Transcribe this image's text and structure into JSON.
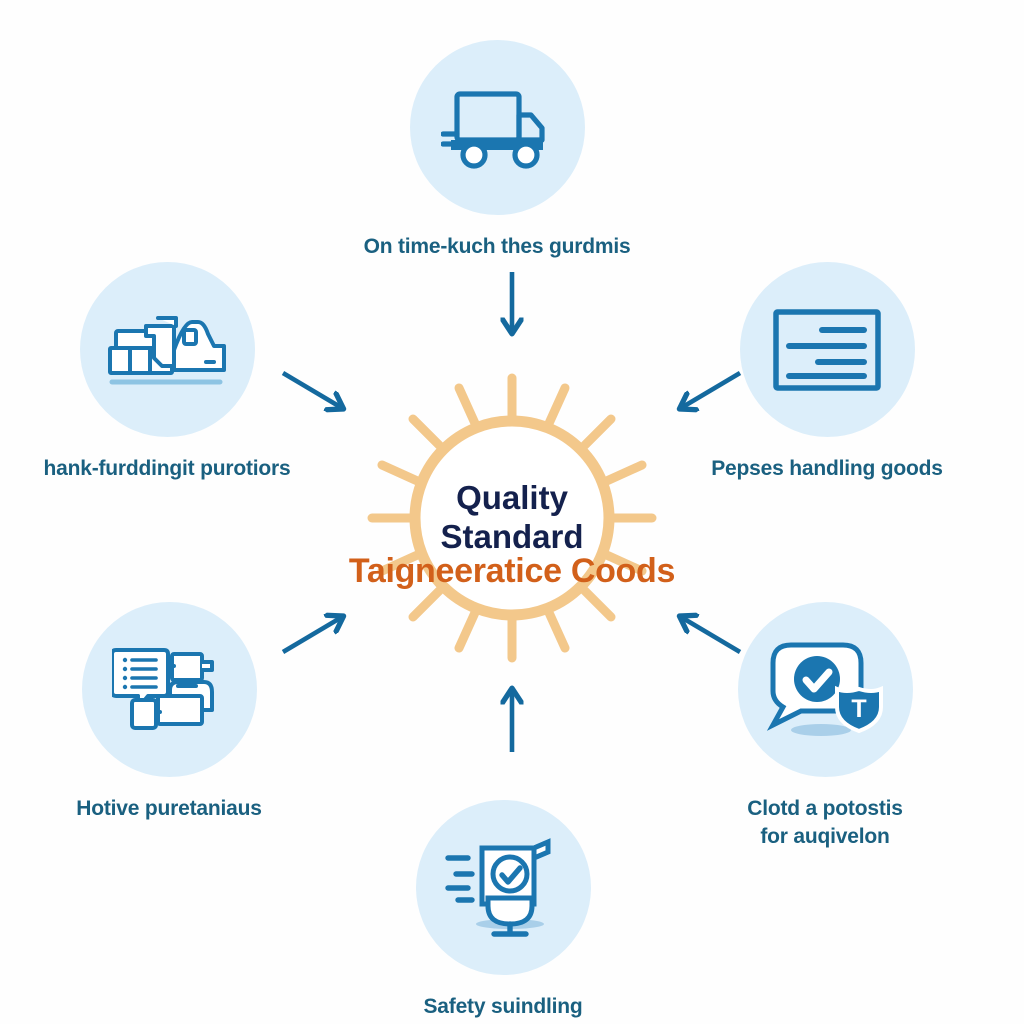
{
  "diagram": {
    "type": "hub-and-spoke",
    "center": {
      "title": "Quality\nStandard",
      "icon": "sunburst-icon",
      "ring_color": "#f3c88b",
      "title_color": "#14214d"
    },
    "headline": {
      "text": "Taigneeratice Coods",
      "color": "#d2601a"
    },
    "arrow_color": "#14699e",
    "circle_color": "#dceefa",
    "icon_color": "#1b76b0",
    "label_color": "#1a6080",
    "background_color": "#fefefe",
    "nodes": [
      {
        "id": "top",
        "label": "On time-kuch thes gurdmis",
        "icon": "delivery-truck-icon",
        "arrow": "arrow-down"
      },
      {
        "id": "left-top",
        "label": "hank-furddingit purotiors",
        "icon": "cargo-loading-truck-icon",
        "arrow": "arrow-down-right"
      },
      {
        "id": "right-top",
        "label": "Pepses handling goods",
        "icon": "document-label-icon",
        "arrow": "arrow-down-left"
      },
      {
        "id": "left-bottom",
        "label": "Hotive puretaniaus",
        "icon": "checklist-machinery-icon",
        "arrow": "arrow-up-right"
      },
      {
        "id": "right-bottom",
        "label": "Clotd a potostis\nfor auqivelon",
        "icon": "verified-chat-shield-icon",
        "arrow": "arrow-up-left"
      },
      {
        "id": "bottom",
        "label": "Safety suindling",
        "icon": "certified-document-icon",
        "arrow": "arrow-up"
      }
    ]
  }
}
